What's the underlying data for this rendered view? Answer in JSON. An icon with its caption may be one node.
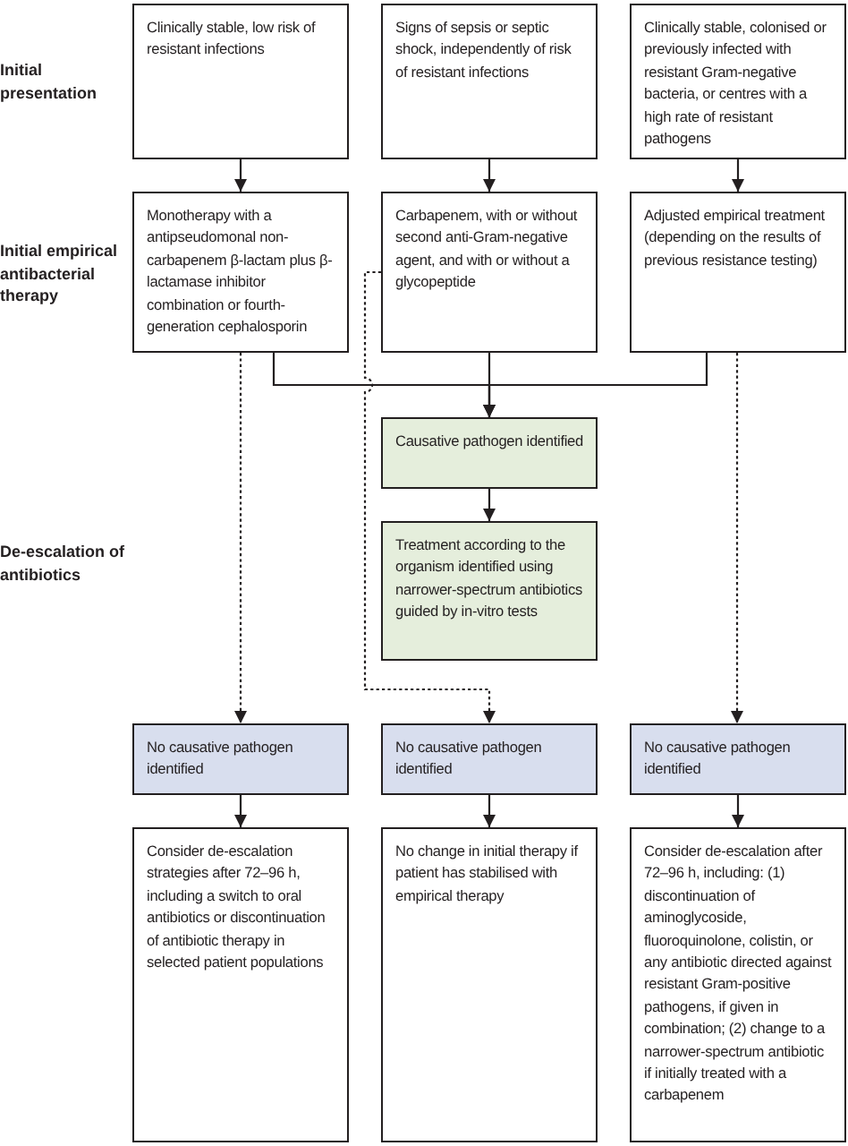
{
  "diagram": {
    "nodes": [
      {
        "text": [
          "Clinically stable, low risk of resistant infections"
        ]
      },
      {
        "text": [
          "Signs of sepsis or septic shock, independently of risk of resistant infections"
        ]
      },
      {
        "text": [
          "Clinically stable, colonised or previously infected with resistant Gram-negative bacteria, or centres with a high rate of resistant pathogens"
        ]
      },
      {
        "text": [
          "Monotherapy with a antipseudomonal non-carbapenem β-lactam plus β-lactamase inhibitor combination or fourth-generation cephalosporin"
        ]
      },
      {
        "text": [
          "Carbapenem, with or without second anti-Gram-negative agent, and with or without a glycopeptide"
        ]
      },
      {
        "text": [
          "Adjusted empirical treatment (depending on the results of previous resistance testing)"
        ]
      },
      {
        "text": [
          "Causative pathogen identified"
        ]
      },
      {
        "text": [
          "Treatment according to the organism identified using narrower-spectrum antibiotics guided by in-vitro tests"
        ]
      },
      {
        "text": [
          "No causative pathogen identified"
        ]
      },
      {
        "text": [
          "No causative pathogen identified"
        ]
      },
      {
        "text": [
          "No causative pathogen identified"
        ]
      },
      {
        "text": [
          "Consider de-escalation strategies after 72–96 h, including a switch to oral antibiotics or discontinuation of antibiotic therapy in selected patient populations"
        ]
      },
      {
        "text": [
          "No change in initial therapy if patient has stabilised with empirical therapy"
        ]
      },
      {
        "text": [
          "Consider de-escalation after 72–96 h, including: (1) discontinuation of aminoglycoside, fluoroquinolone, colistin, or any antibiotic directed against resistant Gram-positive pathogens, if given in combination; (2) change to a narrower-spectrum antibiotic if initially treated with a carbapenem"
        ]
      }
    ],
    "edges": [
      {
        "from": 0,
        "to": 3,
        "arrow": "to"
      },
      {
        "from": 1,
        "to": 4,
        "arrow": "to"
      },
      {
        "from": 2,
        "to": 5,
        "arrow": "to"
      },
      {
        "from": 3,
        "to": 6,
        "arrow": "to"
      },
      {
        "from": 4,
        "to": 6,
        "arrow": "to"
      },
      {
        "from": 5,
        "to": 6,
        "arrow": "to"
      },
      {
        "from": 6,
        "to": 7,
        "arrow": "to"
      },
      {
        "from": 3,
        "to": 8,
        "arrow": "to",
        "style": "dashed"
      },
      {
        "from": 4,
        "to": 9,
        "arrow": "to",
        "style": "dashed"
      },
      {
        "from": 5,
        "to": 10,
        "arrow": "to",
        "style": "dashed"
      },
      {
        "from": 8,
        "to": 11,
        "arrow": "to"
      },
      {
        "from": 9,
        "to": 12,
        "arrow": "to"
      },
      {
        "from": 10,
        "to": 13,
        "arrow": "to"
      }
    ],
    "labels": [
      "Initial presentation",
      "Initial empirical antibacterial therapy",
      "De-escalation of antibiotics"
    ]
  }
}
